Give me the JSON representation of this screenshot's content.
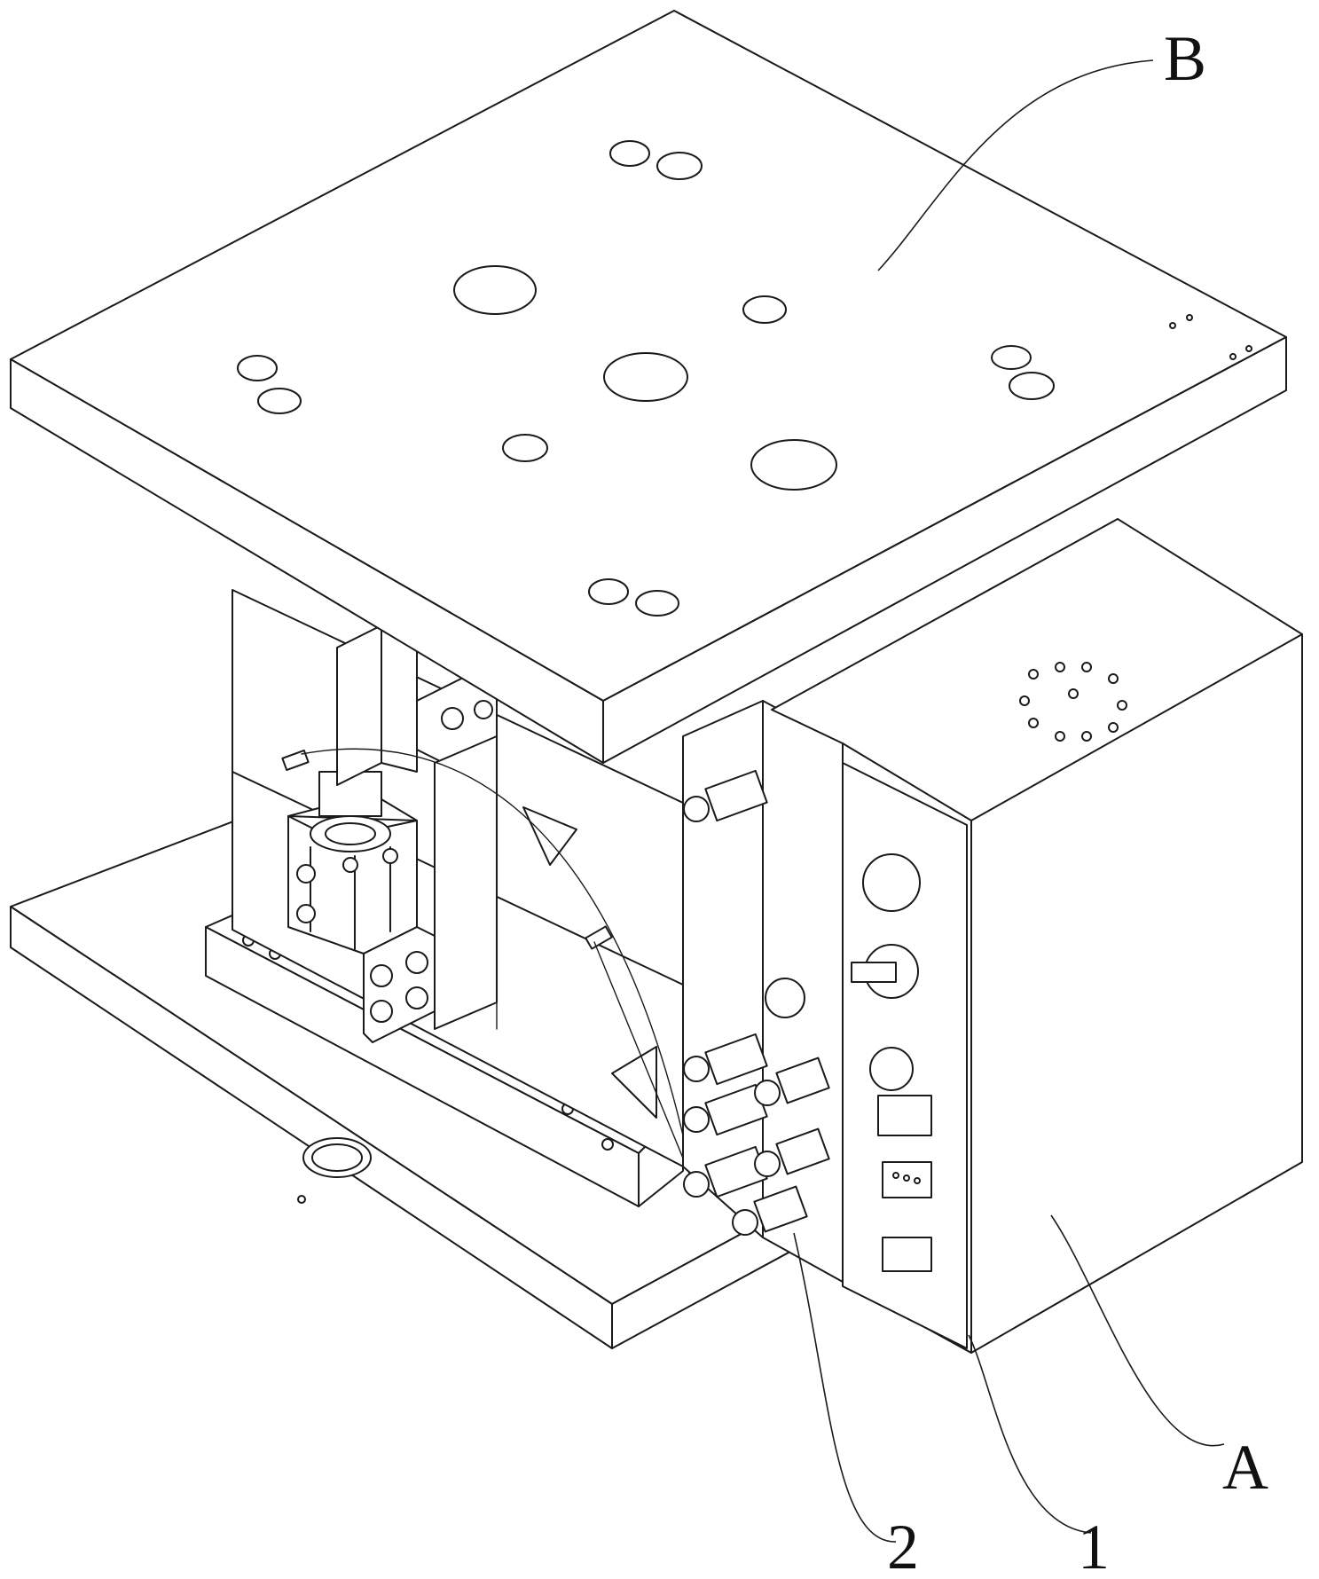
{
  "callouts": {
    "B": "B",
    "A": "A",
    "one": "1",
    "two": "2"
  },
  "colors": {
    "line": "#1a1a1a",
    "background": "#ffffff"
  }
}
